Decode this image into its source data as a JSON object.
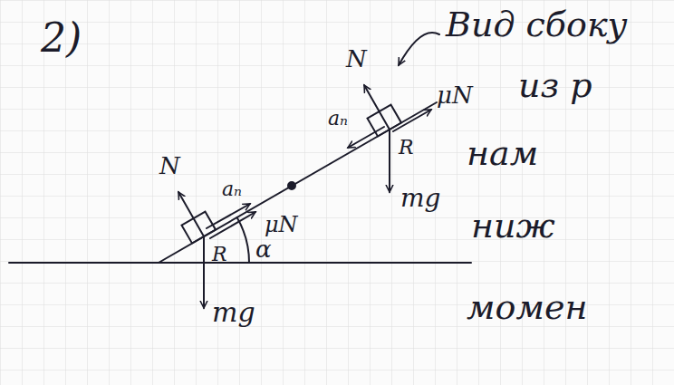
{
  "diagram": {
    "labels": [
      "2)",
      "N",
      "Вид сбоку",
      "aₙ",
      "μN",
      "aₙ",
      "N",
      "μN",
      "R",
      "mg",
      "из р",
      "R",
      "α",
      "нам",
      "mg",
      "ниж",
      "момен"
    ]
  }
}
